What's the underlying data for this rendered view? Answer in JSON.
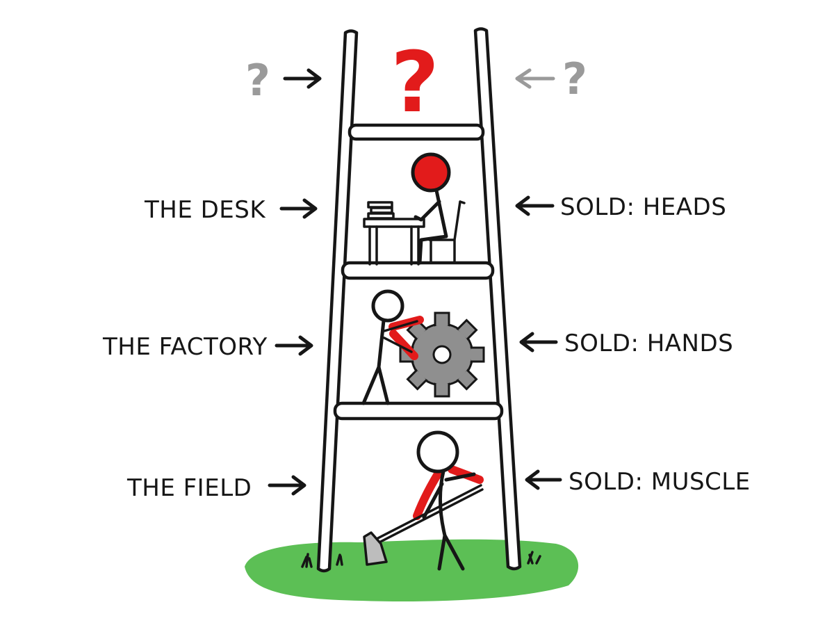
{
  "colors": {
    "ink": "#161616",
    "accent_red": "#e21b1b",
    "muted_grey": "#9a9a9a",
    "gear_grey": "#8f8f8f",
    "grass_green": "#5cbf55"
  },
  "top": {
    "question_mark": "?",
    "left_question_mark": "?",
    "right_question_mark": "?"
  },
  "rungs": [
    {
      "place": "THE DESK",
      "sold": "SOLD: HEADS",
      "figure_icon": "office-worker-icon"
    },
    {
      "place": "THE FACTORY",
      "sold": "SOLD: HANDS",
      "figure_icon": "factory-worker-gear-icon"
    },
    {
      "place": "THE FIELD",
      "sold": "SOLD: MUSCLE",
      "figure_icon": "farmer-hoe-icon"
    }
  ]
}
